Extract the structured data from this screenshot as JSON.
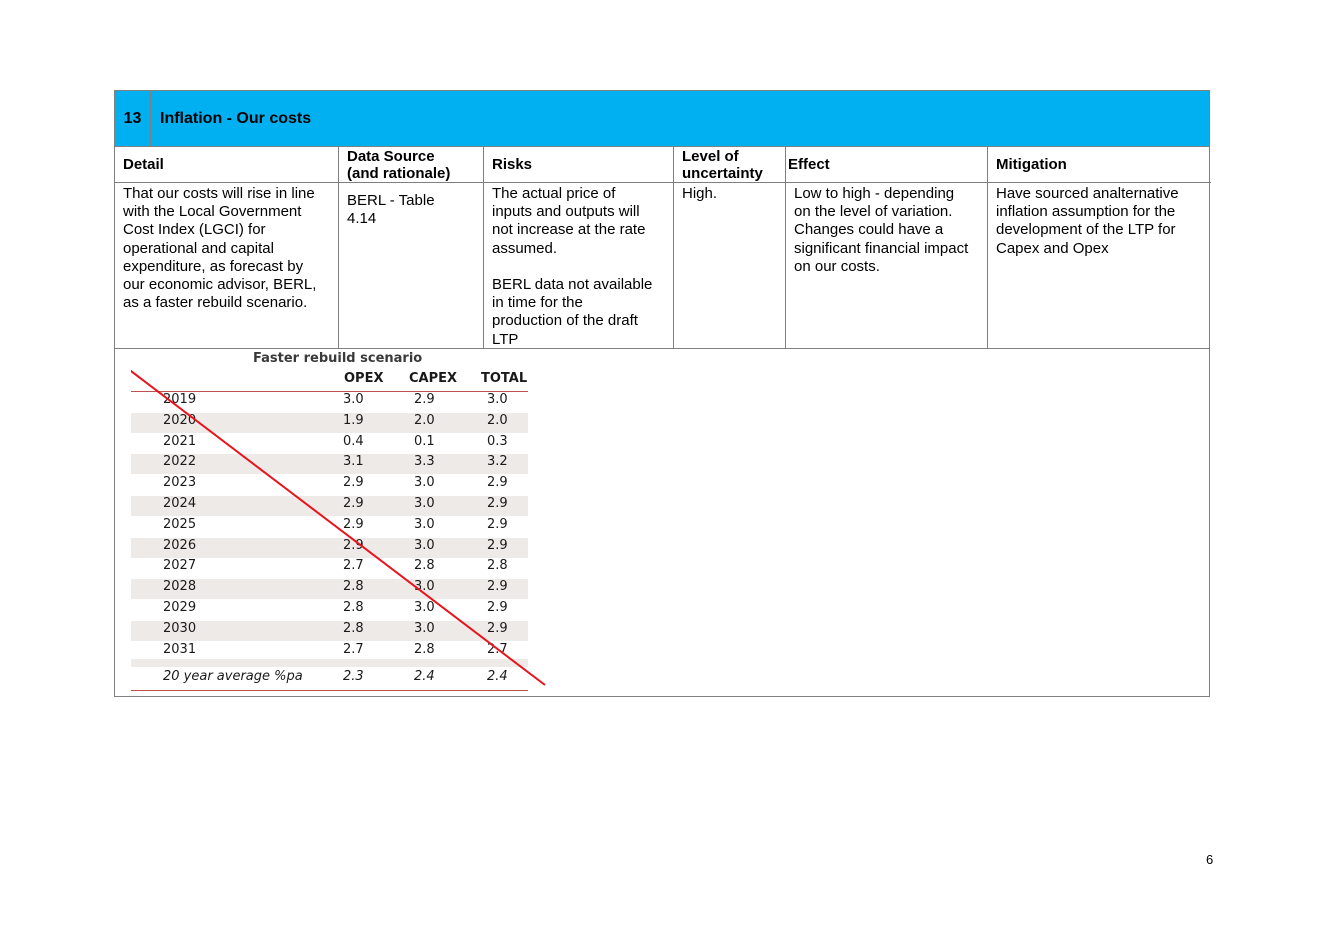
{
  "section": {
    "number": "13",
    "title": "Inflation - Our costs"
  },
  "columns": [
    {
      "head": "Detail",
      "body": "That our costs will rise in line\nwith the Local Government\nCost Index (LGCI) for\noperational and capital\nexpenditure, as forecast by\nour economic advisor, BERL,\nas a faster rebuild scenario."
    },
    {
      "head": "Data Source\n(and rationale)",
      "body": "BERL - Table\n4.14"
    },
    {
      "head": "Risks",
      "body": "The actual price of\ninputs and outputs will\nnot increase at the rate\nassumed.\n\nBERL data not available\nin time for the\nproduction of the draft\nLTP"
    },
    {
      "head": "Level of\nuncertainty",
      "body": "High."
    },
    {
      "head": "Effect",
      "body": "Low to high - depending\non the level of variation.\nChanges could have a\nsignificant financial impact\non our costs."
    },
    {
      "head": "Mitigation",
      "body": "Have sourced analternative\ninflation assumption for the\ndevelopment of the LTP for\nCapex and Opex"
    }
  ],
  "scenario": {
    "title": "Faster rebuild scenario",
    "headers": [
      "OPEX",
      "CAPEX",
      "TOTAL"
    ],
    "rows": [
      {
        "year": "2019",
        "opex": "3.0",
        "capex": "2.9",
        "total": "3.0"
      },
      {
        "year": "2020",
        "opex": "1.9",
        "capex": "2.0",
        "total": "2.0"
      },
      {
        "year": "2021",
        "opex": "0.4",
        "capex": "0.1",
        "total": "0.3"
      },
      {
        "year": "2022",
        "opex": "3.1",
        "capex": "3.3",
        "total": "3.2"
      },
      {
        "year": "2023",
        "opex": "2.9",
        "capex": "3.0",
        "total": "2.9"
      },
      {
        "year": "2024",
        "opex": "2.9",
        "capex": "3.0",
        "total": "2.9"
      },
      {
        "year": "2025",
        "opex": "2.9",
        "capex": "3.0",
        "total": "2.9"
      },
      {
        "year": "2026",
        "opex": "2.9",
        "capex": "3.0",
        "total": "2.9"
      },
      {
        "year": "2027",
        "opex": "2.7",
        "capex": "2.8",
        "total": "2.8"
      },
      {
        "year": "2028",
        "opex": "2.8",
        "capex": "3.0",
        "total": "2.9"
      },
      {
        "year": "2029",
        "opex": "2.8",
        "capex": "3.0",
        "total": "2.9"
      },
      {
        "year": "2030",
        "opex": "2.8",
        "capex": "3.0",
        "total": "2.9"
      },
      {
        "year": "2031",
        "opex": "2.7",
        "capex": "2.8",
        "total": "2.7"
      }
    ],
    "average": {
      "label": "20 year average %pa",
      "opex": "2.3",
      "capex": "2.4",
      "total": "2.4"
    },
    "strike_color": "#e8131b",
    "rule_color": "#c0504d",
    "shade_color": "#eeeae7"
  },
  "header_color": "#00b0f0",
  "page_number": "6"
}
